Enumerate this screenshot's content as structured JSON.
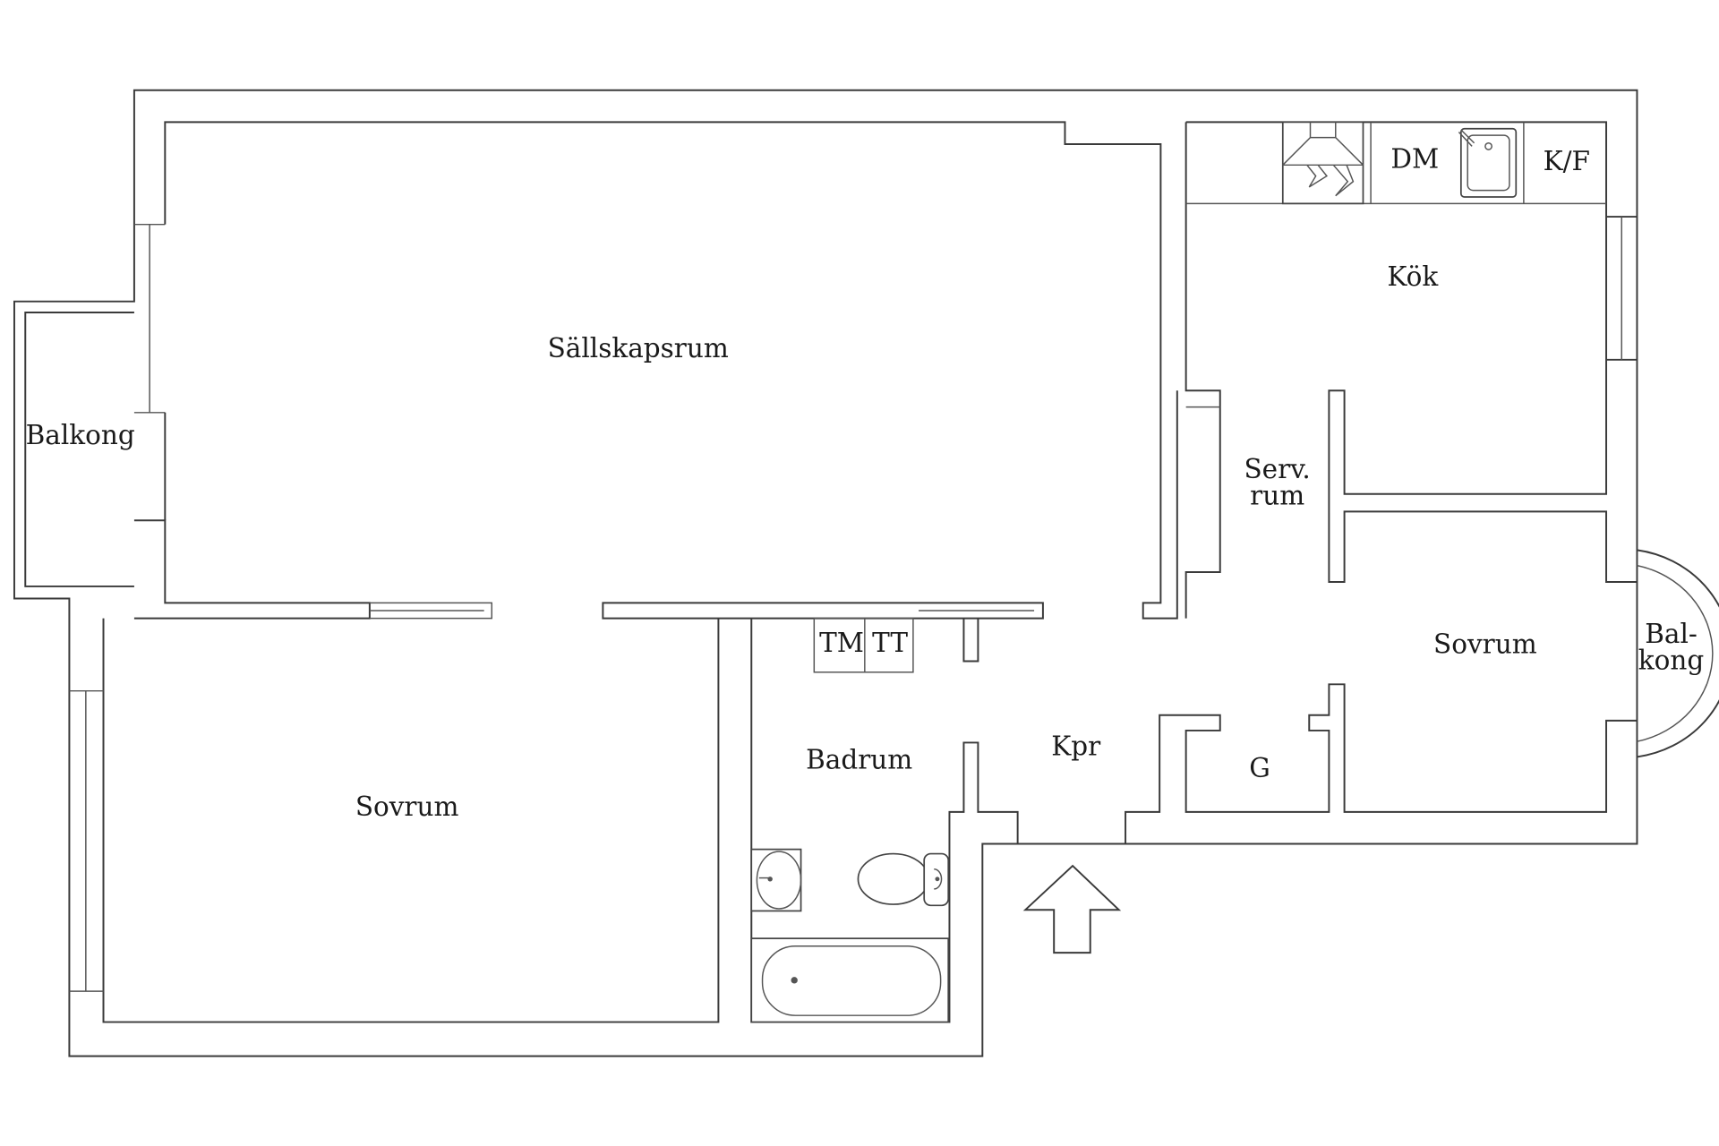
{
  "rooms": {
    "living_room": "Sällskapsrum",
    "balcony_left": "Balkong",
    "bedroom_left": "Sovrum",
    "bathroom": "Badrum",
    "washer": "TM",
    "dryer": "TT",
    "hall": "Kpr",
    "kitchen": "Kök",
    "dishwasher": "DM",
    "fridge_freezer": "K/F",
    "service_room_line1": "Serv.",
    "service_room_line2": "rum",
    "bedroom_right": "Sovrum",
    "wardrobe": "G",
    "balcony_right_line1": "Bal-",
    "balcony_right_line2": "kong"
  },
  "icons": {
    "entrance": "entrance-arrow-icon",
    "stove_hood": "stove-hood-icon",
    "sink": "kitchen-sink-icon",
    "washbasin": "washbasin-icon",
    "toilet": "toilet-icon",
    "bathtub": "bathtub-icon"
  },
  "colors": {
    "wall": "#3a3a3a",
    "background": "#ffffff",
    "text": "#1a1a1a"
  }
}
